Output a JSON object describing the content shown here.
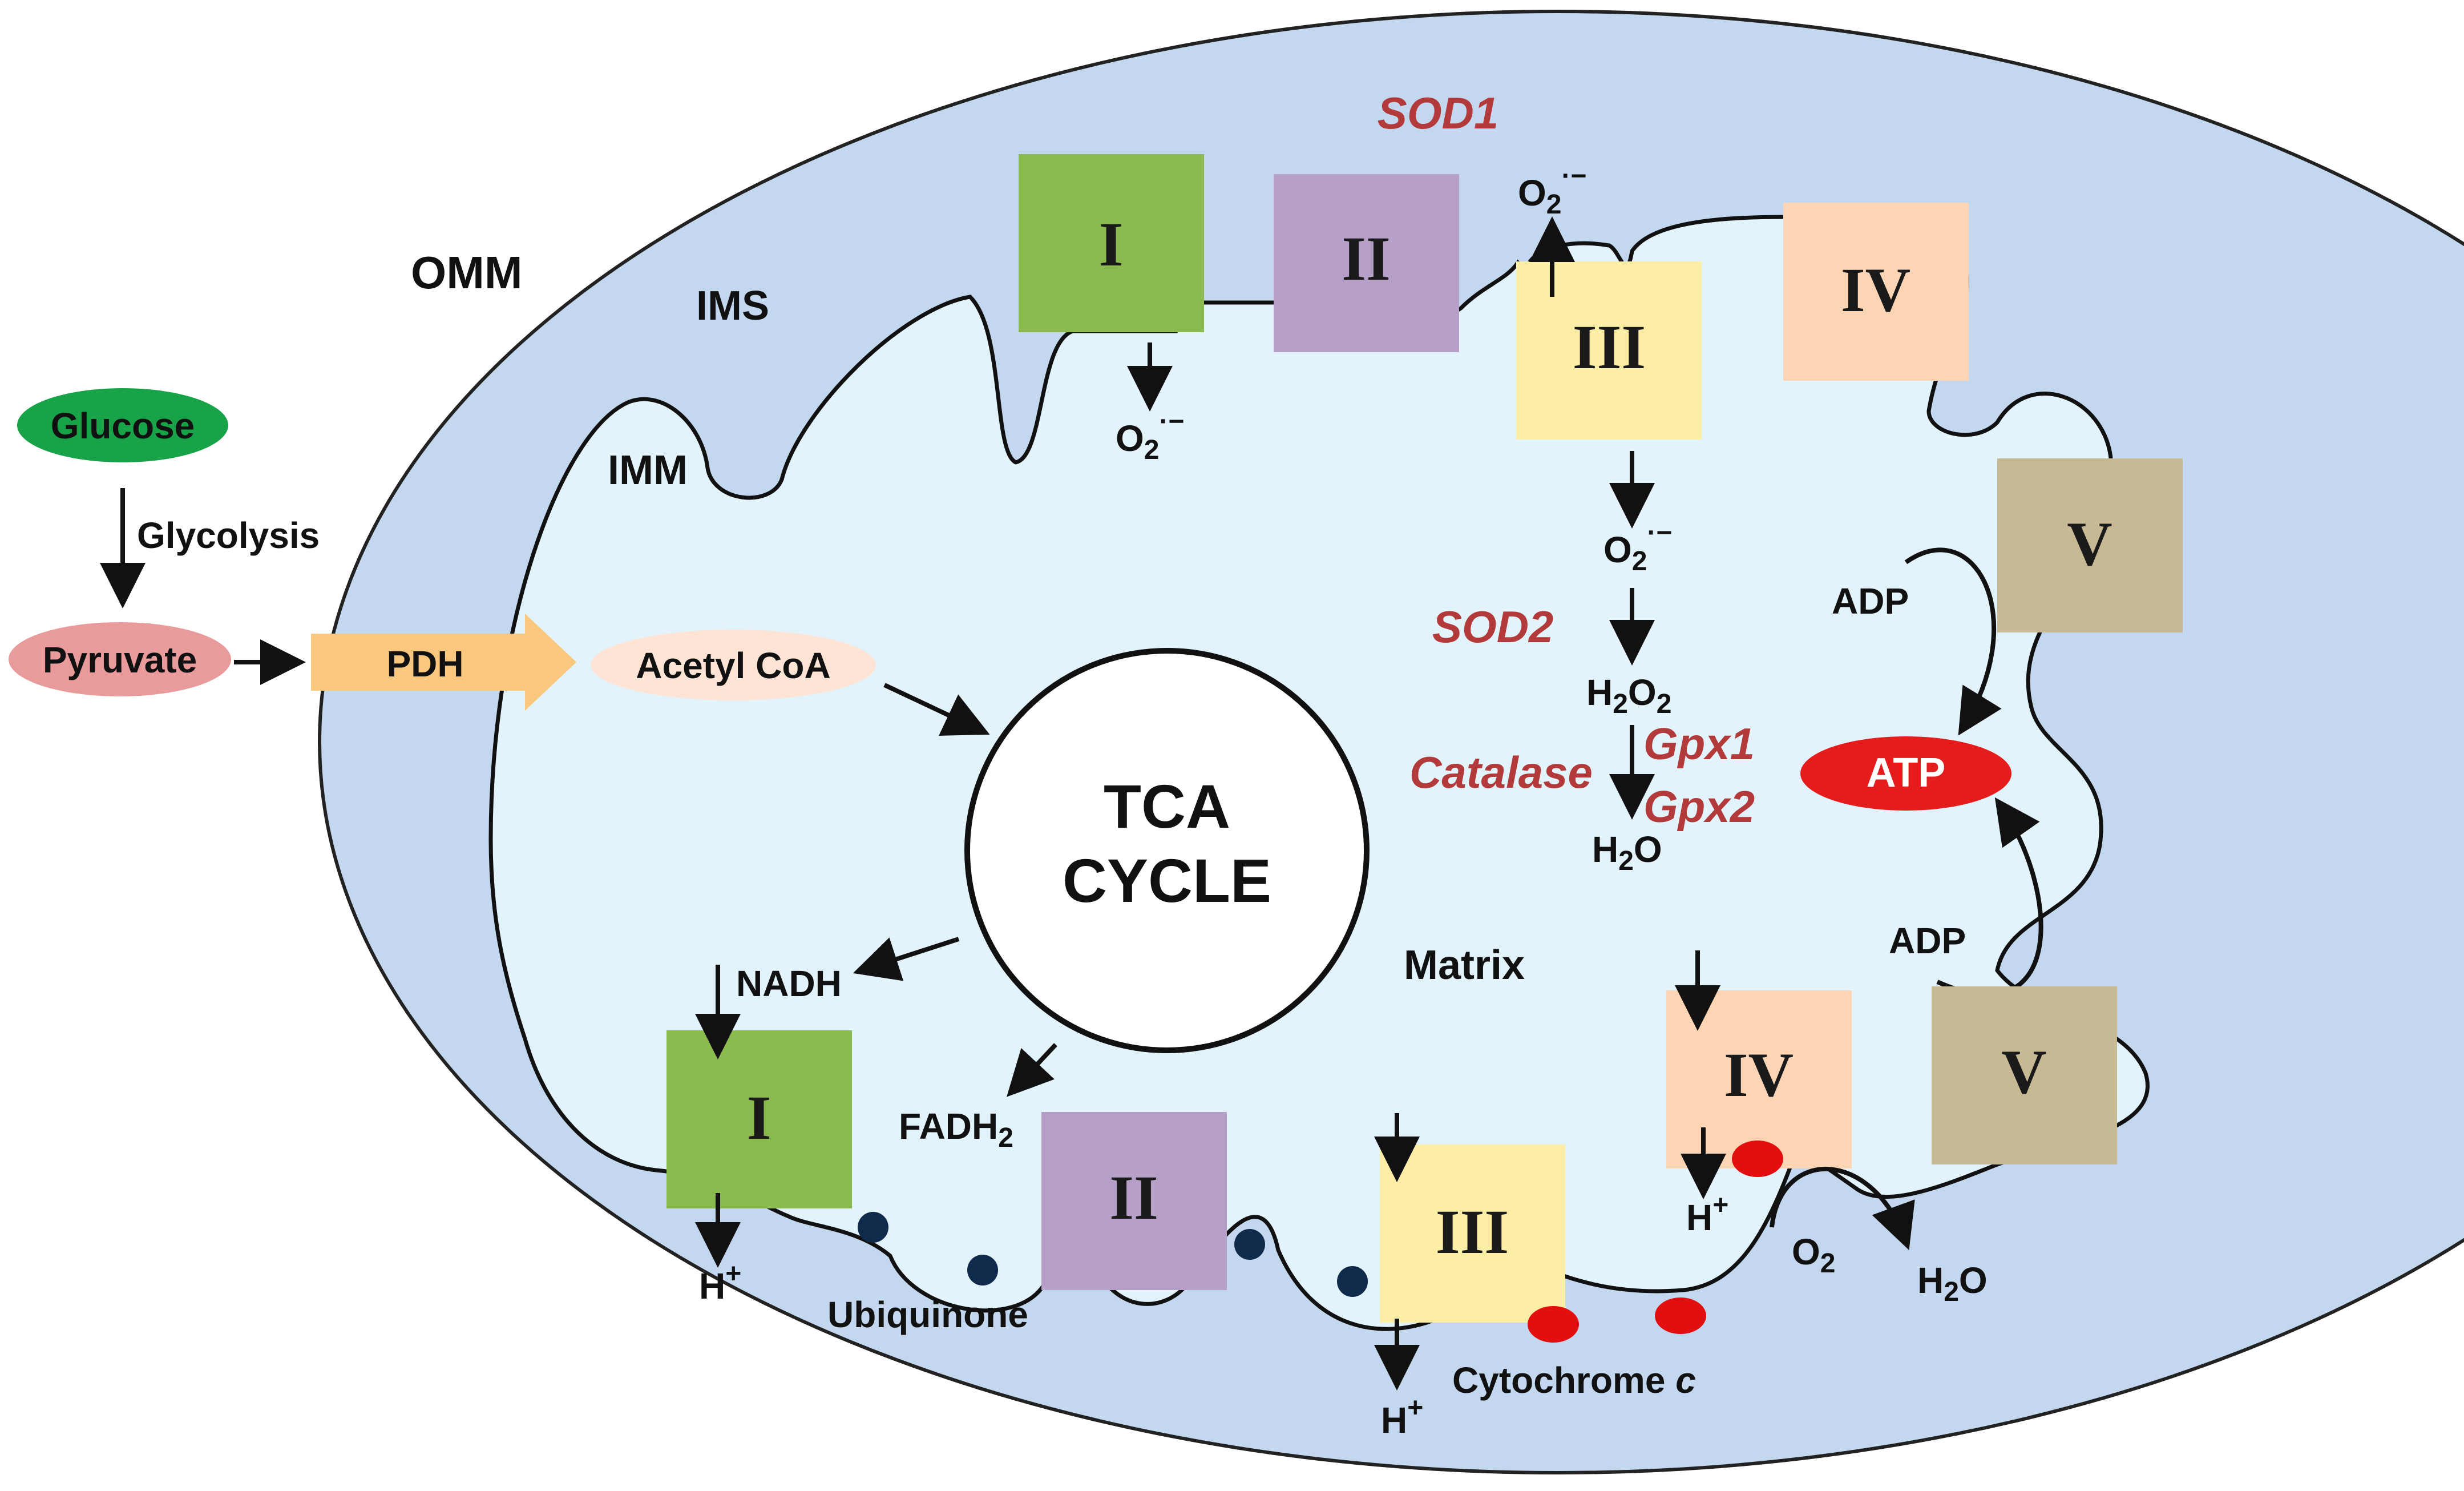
{
  "labels": {
    "omm": "OMM",
    "ims": "IMS",
    "imm": "IMM",
    "matrix": "Matrix",
    "glucose": "Glucose",
    "glycolysis": "Glycolysis",
    "pyruvate": "Pyruvate",
    "pdh": "PDH",
    "acetyl_coa": "Acetyl CoA",
    "tca_line1": "TCA",
    "tca_line2": "CYCLE",
    "nadh": "NADH",
    "fadh2_base": "FADH",
    "fadh2_sub": "2",
    "ubiquinone": "Ubiquinone",
    "cytochrome_c_base": "Cytochrome ",
    "cytochrome_c_italic": "c",
    "adp": "ADP",
    "atp": "ATP",
    "h_base": "H",
    "h_sup": "+",
    "o2_base": "O",
    "o2_sub": "2",
    "superoxide_sup": "·−",
    "h2o_h": "H",
    "h2o_sub": "2",
    "h2o_o": "O",
    "h2o2_o": "O",
    "h2o2_sub2": "2"
  },
  "enzymes": {
    "sod1": "SOD1",
    "sod2": "SOD2",
    "catalase": "Catalase",
    "gpx1": "Gpx1",
    "gpx2": "Gpx2"
  },
  "complexes": {
    "c1": "I",
    "c2": "II",
    "c3": "III",
    "c4": "IV",
    "c5": "V"
  },
  "colors": {
    "outer_membrane_fill": "#c3d8ef",
    "matrix_fill": "#e3f3fb",
    "complex_I": "#8bbb50",
    "complex_II": "#b7a0c8",
    "complex_III": "#fdeea6",
    "complex_IV": "#fdd5b5",
    "complex_V": "#c8b995",
    "glucose": "#19a348",
    "pyruvate": "#e99a9a",
    "pdh_arrow": "#f9c77d",
    "acetyl_coa": "#fde4d5",
    "atp": "#e51c1c",
    "enzyme_text": "#b23a3a",
    "ubiquinone_dot": "#0f2a4a",
    "cytochrome_dot": "#e10f0f"
  }
}
